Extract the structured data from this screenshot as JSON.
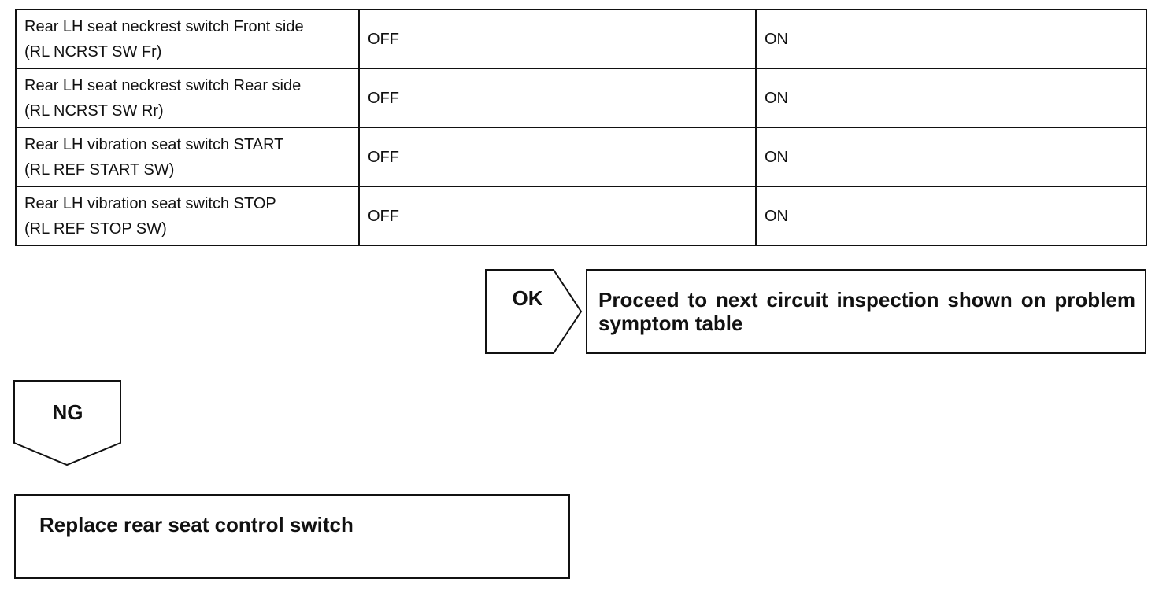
{
  "table": {
    "rows": [
      {
        "item_line1": "Rear LH seat neckrest switch Front side",
        "item_line2": "(RL NCRST SW Fr)",
        "value_a": "OFF",
        "value_b": "ON"
      },
      {
        "item_line1": "Rear LH seat neckrest switch Rear side",
        "item_line2": "(RL NCRST SW Rr)",
        "value_a": "OFF",
        "value_b": "ON"
      },
      {
        "item_line1": "Rear LH vibration seat switch START",
        "item_line2": "(RL REF START SW)",
        "value_a": "OFF",
        "value_b": "ON"
      },
      {
        "item_line1": "Rear LH vibration seat switch STOP",
        "item_line2": "(RL REF STOP SW)",
        "value_a": "OFF",
        "value_b": "ON"
      }
    ]
  },
  "flow": {
    "ok_label": "OK",
    "ok_result": "Proceed to next circuit inspection shown on problem symptom table",
    "ng_label": "NG",
    "ng_action": "Replace rear seat control switch"
  }
}
